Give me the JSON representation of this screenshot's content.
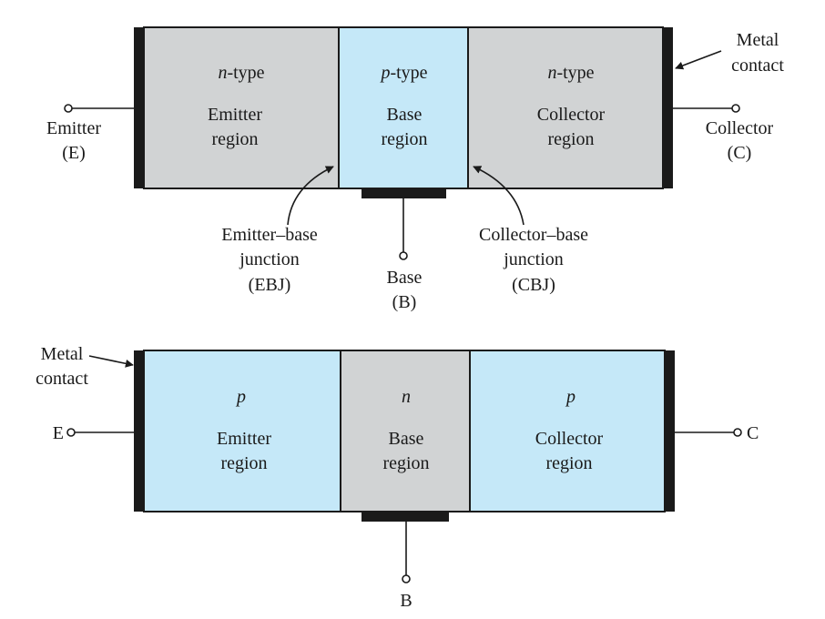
{
  "colors": {
    "n_region": "#d1d3d4",
    "p_region": "#c5e8f8",
    "contact": "#1a1a1a",
    "line": "#1a1a1a"
  },
  "npn": {
    "metal_contact": [
      "Metal",
      "contact"
    ],
    "emitter": {
      "type_letter": "n",
      "type_suffix": "-type",
      "region": [
        "Emitter",
        "region"
      ],
      "terminal": [
        "Emitter",
        "(E)"
      ]
    },
    "base": {
      "type_letter": "p",
      "type_suffix": "-type",
      "region": [
        "Base",
        "region"
      ],
      "terminal": [
        "Base",
        "(B)"
      ]
    },
    "collector": {
      "type_letter": "n",
      "type_suffix": "-type",
      "region": [
        "Collector",
        "region"
      ],
      "terminal": [
        "Collector",
        "(C)"
      ]
    },
    "ebj": [
      "Emitter–base",
      "junction",
      "(EBJ)"
    ],
    "cbj": [
      "Collector–base",
      "junction",
      "(CBJ)"
    ]
  },
  "pnp": {
    "metal_contact": [
      "Metal",
      "contact"
    ],
    "emitter": {
      "type_letter": "p",
      "region": [
        "Emitter",
        "region"
      ],
      "terminal": "E"
    },
    "base": {
      "type_letter": "n",
      "region": [
        "Base",
        "region"
      ],
      "terminal": "B"
    },
    "collector": {
      "type_letter": "p",
      "region": [
        "Collector",
        "region"
      ],
      "terminal": "C"
    }
  }
}
